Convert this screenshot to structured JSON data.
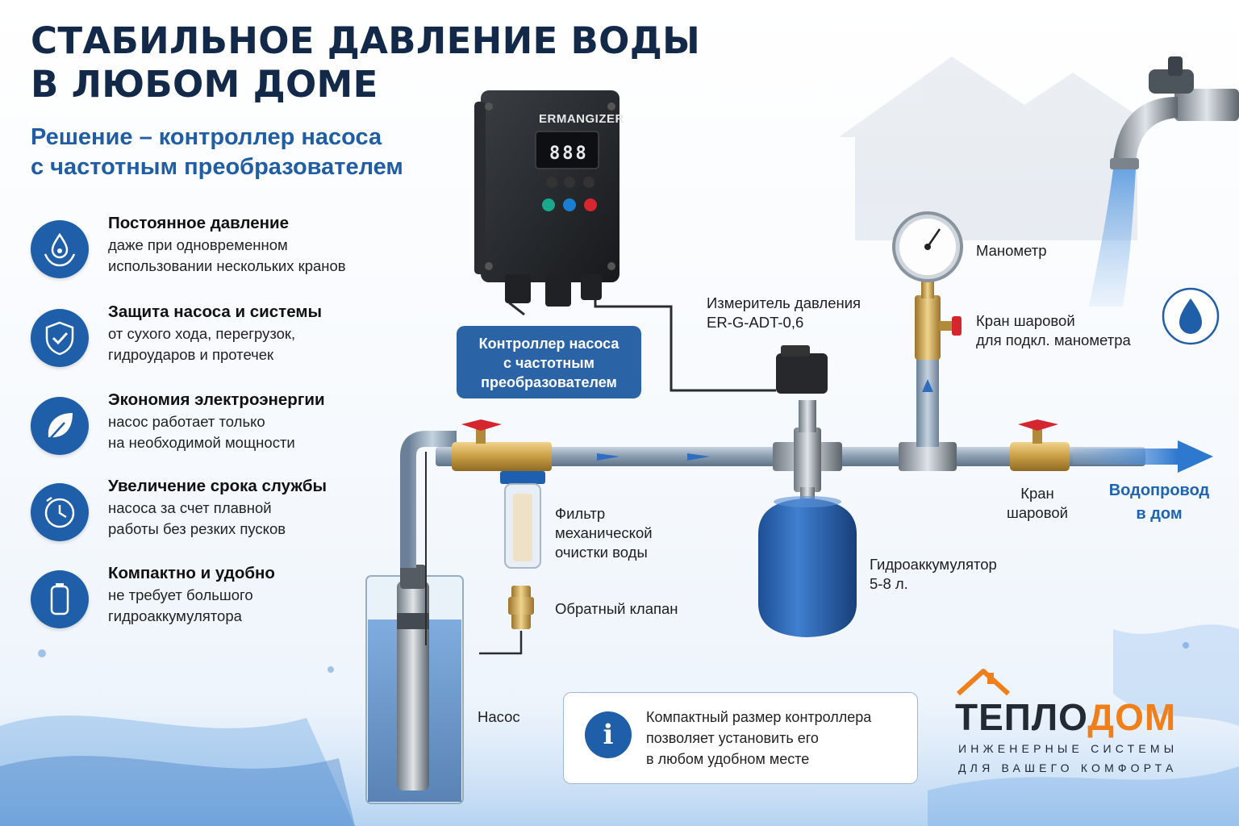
{
  "title": {
    "line1": "СТАБИЛЬНОЕ ДАВЛЕНИЕ ВОДЫ",
    "line2": "В ЛЮБОМ ДОМЕ"
  },
  "subtitle": {
    "line1": "Решение – контроллер насоса",
    "line2": "с частотным преобразователем"
  },
  "features": [
    {
      "icon": "water-pressure-icon",
      "title": "Постоянное давление",
      "line1": "даже при одновременном",
      "line2": "использовании нескольких кранов"
    },
    {
      "icon": "shield-check-icon",
      "title": "Защита насоса и системы",
      "line1": "от сухого хода, перегрузок,",
      "line2": "гидроударов и протечек"
    },
    {
      "icon": "leaf-icon",
      "title": "Экономия электроэнергии",
      "line1": "насос работает только",
      "line2": "на необходимой мощности"
    },
    {
      "icon": "clock-icon",
      "title": "Увеличение срока службы",
      "line1": "насоса за счет плавной",
      "line2": "работы без резких пусков"
    },
    {
      "icon": "compact-device-icon",
      "title": "Компактно и удобно",
      "line1": "не требует большого",
      "line2": "гидроаккумулятора"
    }
  ],
  "controller": {
    "brand": "ERMANGIZER",
    "display": "888",
    "label": {
      "line1": "Контроллер насоса",
      "line2": "с частотным",
      "line3": "преобразователем"
    }
  },
  "labels": {
    "pressure_sensor": {
      "line1": "Измеритель давления",
      "line2": "ER-G-ADT-0,6"
    },
    "manometer": "Манометр",
    "gauge_valve": {
      "line1": "Кран шаровой",
      "line2": "для подкл. манометра"
    },
    "filter": {
      "line1": "Фильтр",
      "line2": "механической",
      "line3": "очистки воды"
    },
    "check_valve": "Обратный клапан",
    "accumulator": {
      "line1": "Гидроаккумулятор",
      "line2": "5-8 л."
    },
    "ball_valve": {
      "line1": "Кран",
      "line2": "шаровой"
    },
    "pump": "Насос",
    "house_supply": {
      "line1": "Водопровод",
      "line2": "в дом"
    }
  },
  "info": {
    "icon": "info-icon",
    "glyph": "i",
    "line1": "Компактный размер контроллера",
    "line2": "позволяет установить его",
    "line3": "в любом удобном месте"
  },
  "brand": {
    "name_part1": "ТЕПЛО",
    "name_part2": "ДОМ",
    "tagline1": "ИНЖЕНЕРНЫЕ СИСТЕМЫ",
    "tagline2": "ДЛЯ ВАШЕГО КОМФОРТА"
  },
  "colors": {
    "title": "#13294a",
    "accent_blue": "#1f5ea8",
    "brand_orange": "#f07f1a",
    "pipe": "#8fa2b5",
    "valve_handle": "#d52630",
    "brass": "#c9a04a"
  }
}
